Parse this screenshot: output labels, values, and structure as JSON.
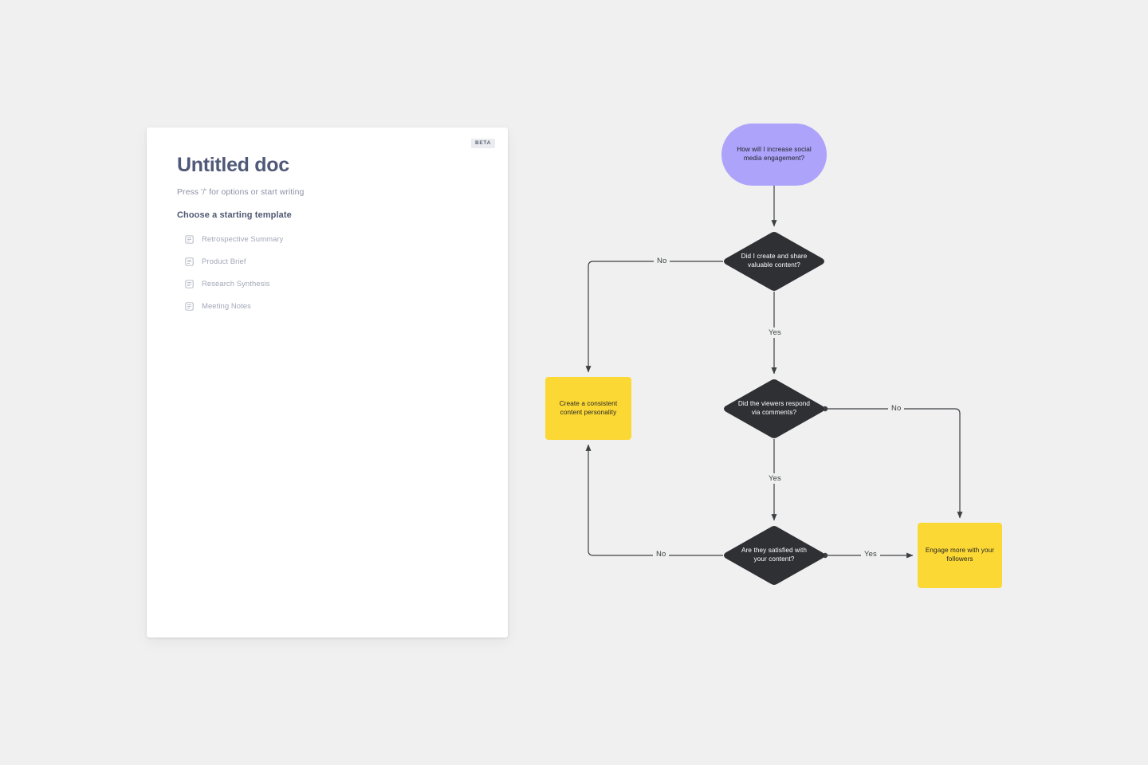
{
  "canvas": {
    "background_color": "#f0f0f0"
  },
  "document_card": {
    "badge": "BETA",
    "title": "Untitled doc",
    "subtitle": "Press '/' for options or start writing",
    "section_title": "Choose a starting template",
    "templates": [
      {
        "label": "Retrospective Summary",
        "icon": "document-icon"
      },
      {
        "label": "Product Brief",
        "icon": "document-icon"
      },
      {
        "label": "Research Synthesis",
        "icon": "document-icon"
      },
      {
        "label": "Meeting Notes",
        "icon": "document-icon"
      }
    ]
  },
  "flowchart": {
    "colors": {
      "start": "#ada3fa",
      "decision": "#2e3034",
      "action": "#fcd834",
      "connector": "#3c4043",
      "decision_text": "#ffffff",
      "node_text": "#1f2126"
    },
    "nodes": {
      "start": {
        "type": "terminator",
        "text": "How will I increase social media engagement?"
      },
      "decision1": {
        "type": "decision",
        "text": "Did I create and share valuable content?"
      },
      "decision2": {
        "type": "decision",
        "text": "Did the viewers respond via comments?"
      },
      "decision3": {
        "type": "decision",
        "text": "Are they satisfied with your content?"
      },
      "action1": {
        "type": "action",
        "text": "Create a consistent content personality"
      },
      "action2": {
        "type": "action",
        "text": "Engage more with your followers"
      }
    },
    "edges": [
      {
        "from": "start",
        "to": "decision1",
        "label": ""
      },
      {
        "from": "decision1",
        "to": "action1",
        "label": "No"
      },
      {
        "from": "decision1",
        "to": "decision2",
        "label": "Yes"
      },
      {
        "from": "decision2",
        "to": "action2",
        "label": "No"
      },
      {
        "from": "decision2",
        "to": "decision3",
        "label": "Yes"
      },
      {
        "from": "decision3",
        "to": "action1",
        "label": "No"
      },
      {
        "from": "decision3",
        "to": "action2",
        "label": "Yes"
      }
    ],
    "labels": {
      "no1": "No",
      "yes1": "Yes",
      "no2": "No",
      "yes2": "Yes",
      "no3": "No",
      "yes3": "Yes"
    }
  }
}
